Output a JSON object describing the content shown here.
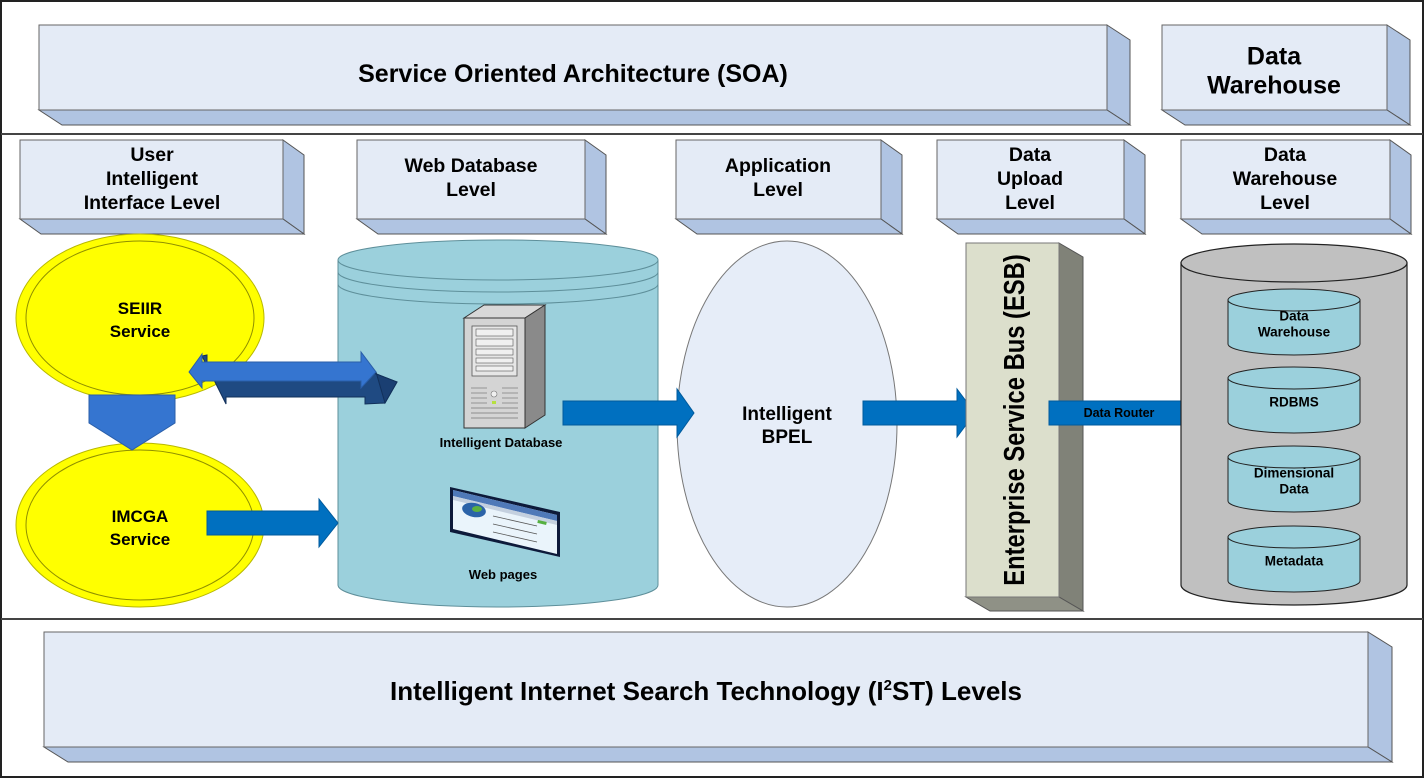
{
  "title": "Intelligent Internet Search Technology Architecture",
  "top_band": {
    "soa_label": "Service Oriented Architecture (SOA)",
    "dw_label_lines": [
      "Data",
      "Warehouse"
    ]
  },
  "levels": [
    {
      "id": "user-interface",
      "lines": [
        "User",
        "Intelligent",
        "Interface Level"
      ]
    },
    {
      "id": "web-database",
      "lines": [
        "Web Database",
        "Level"
      ]
    },
    {
      "id": "application",
      "lines": [
        "Application",
        "Level"
      ]
    },
    {
      "id": "data-upload",
      "lines": [
        "Data",
        "Upload",
        "Level"
      ]
    },
    {
      "id": "data-warehouse",
      "lines": [
        "Data",
        "Warehouse",
        "Level"
      ]
    }
  ],
  "services": [
    {
      "id": "seiir",
      "lines": [
        "SEIIR",
        "Service"
      ]
    },
    {
      "id": "imcga",
      "lines": [
        "IMCGA",
        "Service"
      ]
    }
  ],
  "web_db": {
    "server_label": "Intelligent  Database",
    "webpages_label": "Web pages",
    "server_icon": "server-tower-icon",
    "webpage_icon": "browser-window-icon"
  },
  "bpel": {
    "lines": [
      "Intelligent",
      "BPEL"
    ]
  },
  "esb": {
    "label": "Enterprise Service Bus (ESB)"
  },
  "router": {
    "label": "Data Router"
  },
  "warehouse_stores": [
    {
      "lines": [
        "Data",
        "Warehouse"
      ]
    },
    {
      "lines": [
        "RDBMS"
      ]
    },
    {
      "lines": [
        "Dimensional",
        "Data"
      ]
    },
    {
      "lines": [
        "Metadata"
      ]
    }
  ],
  "bottom_band": {
    "label_prefix": "Intelligent Internet Search Technology (I",
    "label_sup": "2",
    "label_suffix": "ST) Levels"
  },
  "colors": {
    "box_front": "#e4ebf6",
    "box_side": "#b0c4e2",
    "service_yellow": "#ffff00",
    "arrow_blue": "#0070c0",
    "arrow_light": "#3575d0",
    "arrow_dark": "#1f4a82",
    "webdb_cyan": "#9bd0dc",
    "bpel_fill": "#e6edf8",
    "esb_front": "#dcdfcc",
    "esb_side": "#808278",
    "warehouse_gray": "#c0c0c0"
  }
}
